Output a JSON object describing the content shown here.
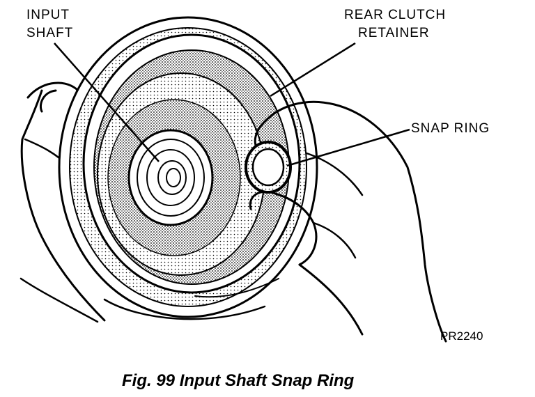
{
  "labels": {
    "input_shaft_line1": "INPUT",
    "input_shaft_line2": "SHAFT",
    "rear_clutch_line1": "REAR CLUTCH",
    "rear_clutch_line2": "RETAINER",
    "snap_ring": "SNAP RING"
  },
  "figure_code": "PR2240",
  "caption": "Fig. 99 Input Shaft Snap Ring",
  "colors": {
    "ink": "#000000",
    "paper": "#ffffff",
    "stipple": "#b5b5b5"
  }
}
